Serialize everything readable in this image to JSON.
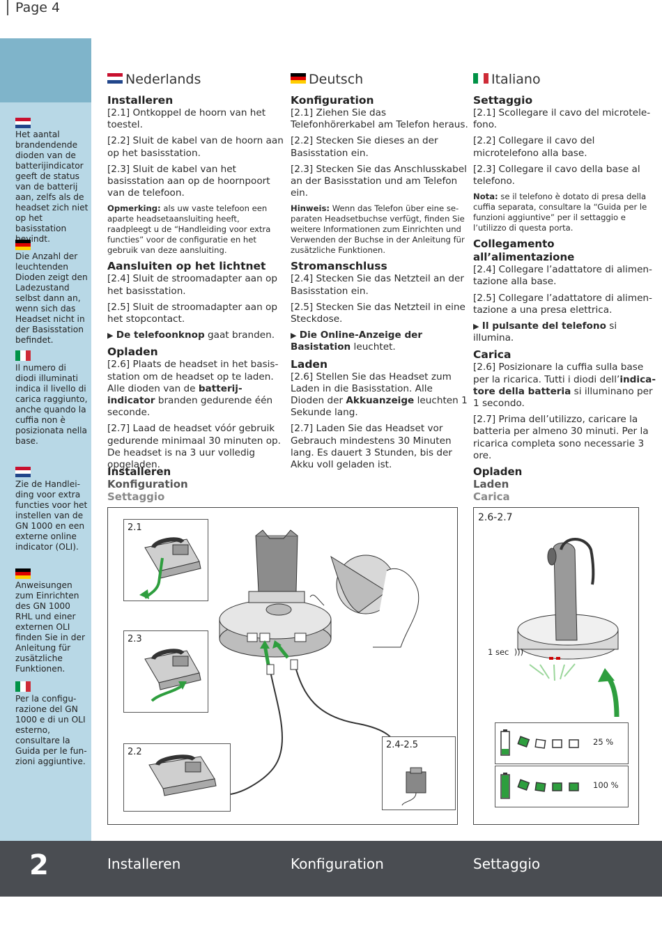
{
  "page_label": "Page 4",
  "colors": {
    "sidebar": "#b8d8e6",
    "sidebar_top": "#7fb4ca",
    "footer": "#4a4d52",
    "arrow_green": "#2e9e3e",
    "led_green": "#2e9e3e"
  },
  "sidebar": {
    "nl_battery": "Het aantal branden­dende dioden van de batterij­indicator geeft de status van de batterij aan, zelfs als de headset zich niet op het basisstation bevindt.",
    "de_battery": "Die Anzahl der leuchtenden Dioden zeigt den Ladezustand selbst dann an, wenn sich das Headset nicht in der Basisstation befindet.",
    "it_battery": "Il numero di diodi illuminati indica il livello di carica raggiunto, anche quando la cuffia non è posizionata nella base.",
    "nl_oli": "Zie de Handlei­ding voor extra functies voor het instellen van de GN 1000 en een externe online indicator (OLI).",
    "de_oli": "Anweisungen zum Einrichten des GN 1000 RHL und einer externen OLI finden Sie in der Anleitung für zusätzliche Funktionen.",
    "it_oli": "Per la configu­razione del GN 1000 e di un OLI esterno, consultare la Guida per le fun­zioni aggiuntive."
  },
  "columns": {
    "nl": {
      "lang": "Nederlands",
      "h_install": "Installeren",
      "s21n": "[2.1]",
      "s21": " Ontkoppel de hoorn van het toestel.",
      "s22n": "[2.2]",
      "s22": " Sluit de kabel van de hoorn aan op het basisstation.",
      "s23n": "[2.3]",
      "s23": " Sluit de kabel van het basisstation aan op de hoornpoort van de telefoon.",
      "note_label": "Opmerking:",
      "note": " als uw vaste telefoon een aparte headsetaansluiting heeft, raadpleegt u de “Handleiding voor extra functies” voor de configuratie en het gebruik van deze aansluiting.",
      "h_power": "Aansluiten op het lichtnet",
      "s24n": "[2.4]",
      "s24": " Sluit de stroomadapter aan op het basisstation.",
      "s25n": "[2.5]",
      "s25": " Sluit de stroomadapter aan op het stopcontact.",
      "res_bold": "De telefoonknop",
      "res": " gaat branden.",
      "h_charge": "Opladen",
      "s26n": "[2.6]",
      "s26a": " Plaats de headset in het basis­station om de headset op te laden. Alle dioden van de ",
      "s26b": "batterij-indicator",
      "s26c": " branden gedurende één seconde.",
      "s27n": "[2.7]",
      "s27": " Laad de headset vóór gebruik gedurende minimaal 30 minuten op. De headset is na 3 uur volledig opgeladen."
    },
    "de": {
      "lang": "Deutsch",
      "h_install": "Konfiguration",
      "s21n": "[2.1]",
      "s21": " Ziehen Sie das Telefonhörerkabel am Telefon heraus.",
      "s22n": "[2.2]",
      "s22": " Stecken Sie dieses an der Basis­station ein.",
      "s23n": "[2.3]",
      "s23": " Stecken Sie das Anschlusskabel an der Basisstation und am Telefon ein.",
      "note_label": "Hinweis:",
      "note": " Wenn das Telefon über eine se­paraten Headsetbuchse verfügt, finden Sie weitere Informationen zum Einrichten und Verwenden der Buchse in der Anleitung für zusätzliche Funktionen.",
      "h_power": "Stromanschluss",
      "s24n": "[2.4]",
      "s24": " Stecken Sie das Netzteil an der Basisstation ein.",
      "s25n": "[2.5]",
      "s25": " Stecken Sie das Netzteil in eine Steckdose.",
      "res_bold": "Die Online-Anzeige der Basista­tion",
      "res": " leuchtet.",
      "h_charge": "Laden",
      "s26n": "[2.6]",
      "s26a": " Stellen Sie das Headset zum La­den in die Basisstation. Alle Dioden der ",
      "s26b": "Akkuanzeige",
      "s26c": " leuchten 1 Sekunde lang.",
      "s27n": "[2.7]",
      "s27": " Laden Sie das Headset vor Gebrauch mindestens 30 Minuten lang. Es dauert 3 Stunden, bis der Akku voll geladen ist."
    },
    "it": {
      "lang": "Italiano",
      "h_install": "Settaggio",
      "s21n": "[2.1]",
      "s21": " Scollegare il cavo del microtele­fono.",
      "s22n": "[2.2]",
      "s22": " Collegare il cavo del microtelefono alla base.",
      "s23n": "[2.3]",
      "s23": " Collegare il cavo della base al telefono.",
      "note_label": "Nota:",
      "note": " se il telefono è dotato di presa della cuffia separata, consultare la “Guida per le funzioni aggiuntive” per il settaggio e l’utilizzo di questa porta.",
      "h_power": "Collegamento all’alimentazione",
      "s24n": "[2.4]",
      "s24": " Collegare l’adattatore di alimen­tazione alla base.",
      "s25n": "[2.5]",
      "s25": " Collegare l’adattatore di alimen­tazione a una presa elettrica.",
      "res_bold": "Il pulsante del telefono",
      "res": " si illumina.",
      "h_charge": "Carica",
      "s26n": "[2.6]",
      "s26a": " Posizionare la cuffia sulla base per la ricarica. Tutti i diodi dell’",
      "s26b": "indica­tore della batteria",
      "s26c": " si illuminano per 1 secondo.",
      "s27n": "[2.7]",
      "s27": " Prima dell’utilizzo, caricare la batteria per almeno 30 minuti. Per la ricarica completa sono necessarie 3 ore."
    }
  },
  "figure_captions": {
    "install": {
      "nl": "Installeren",
      "de": "Konfiguration",
      "it": "Settaggio"
    },
    "charge": {
      "nl": "Opladen",
      "de": "Laden",
      "it": "Carica"
    }
  },
  "figures": {
    "step_21": "2.1",
    "step_23": "2.3",
    "step_22": "2.2",
    "step_2425": "2.4-2.5",
    "step_2627": "2.6-2.7",
    "one_sec": "1 sec",
    "signal": ")))",
    "battery_low_pct": "25 %",
    "battery_full_pct": "100 %",
    "battery_low_level": 0.25,
    "battery_full_level": 1.0
  },
  "footer": {
    "number": "2",
    "nl": "Installeren",
    "de": "Konfiguration",
    "it": "Settaggio"
  }
}
